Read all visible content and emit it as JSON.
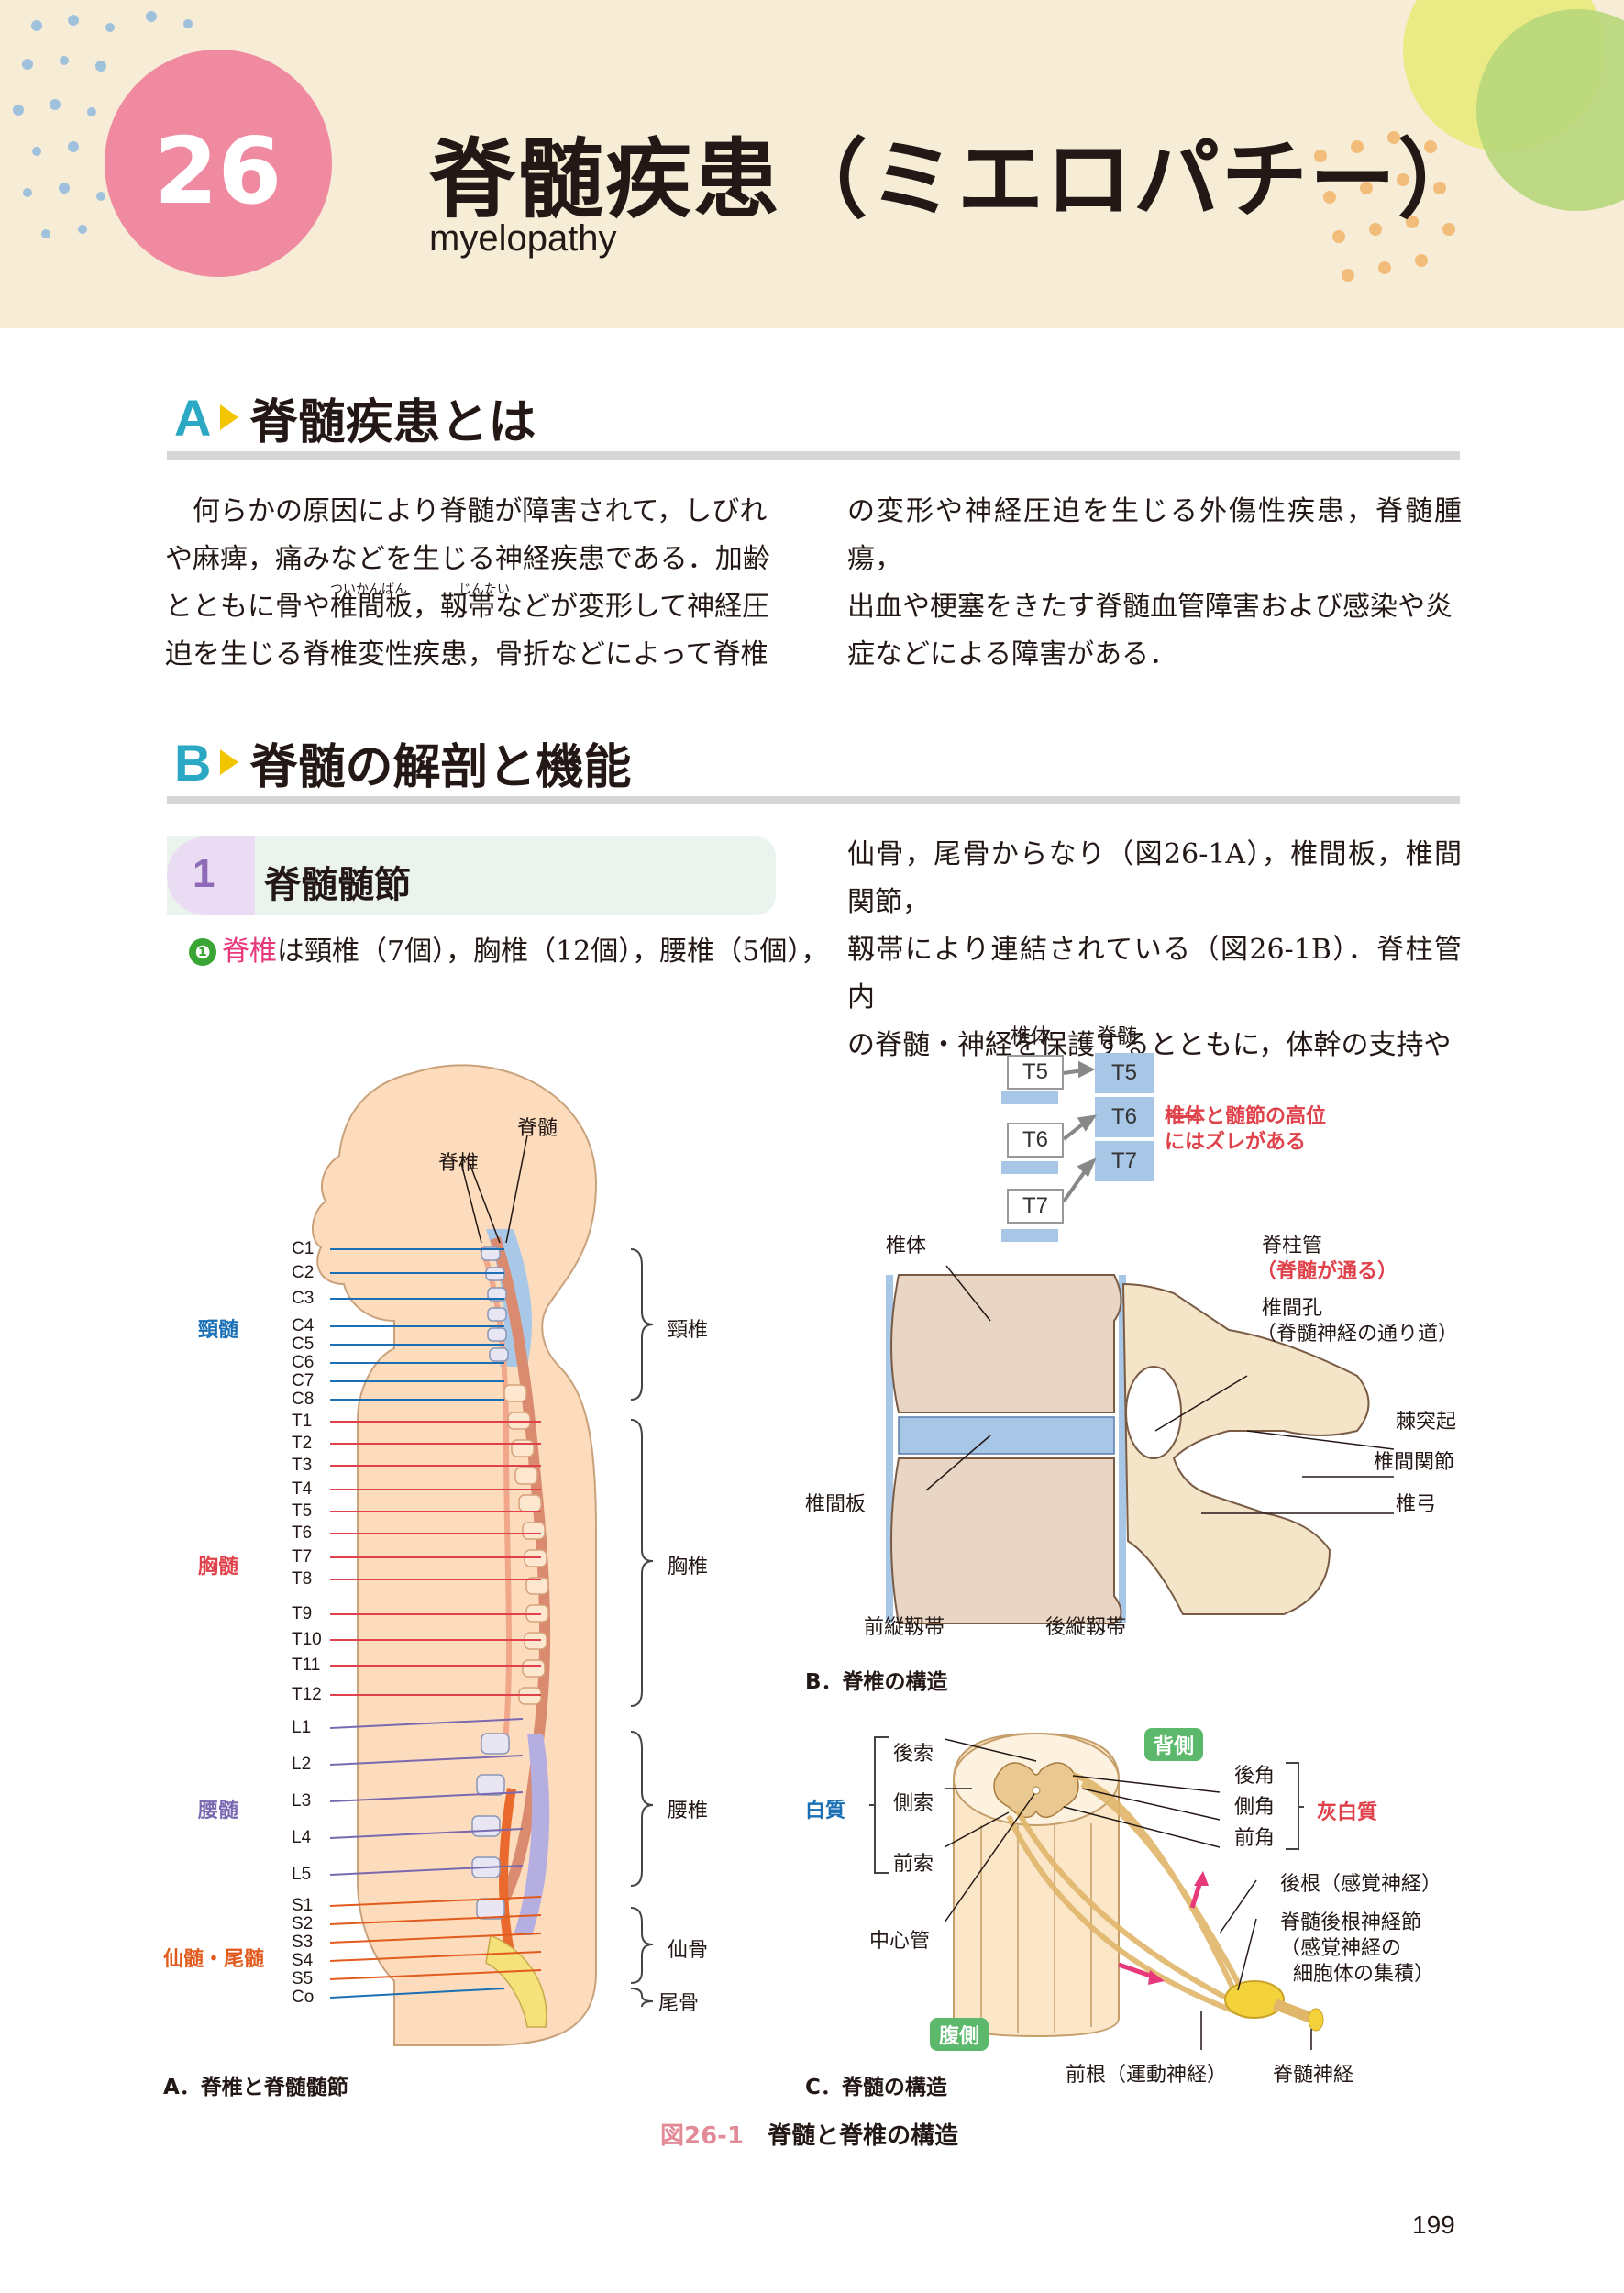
{
  "chapter": {
    "number": "26",
    "title": "脊髄疾患（ミエロパチー）",
    "subtitle": "myelopathy"
  },
  "section_a": {
    "letter": "A",
    "title": "脊髄疾患とは",
    "col1_lines": [
      "何らかの原因により脊髄が障害されて，しびれ",
      "や麻痺，痛みなどを生じる神経疾患である．加齢",
      "とともに骨や椎間板，靱帯などが変形して神経圧",
      "迫を生じる脊椎変性疾患，骨折などによって脊椎"
    ],
    "col2_lines": [
      "の変形や神経圧迫を生じる外傷性疾患，脊髄腫瘍，",
      "出血や梗塞をきたす脊髄血管障害および感染や炎",
      "症などによる障害がある．"
    ],
    "furigana_1": "ついかんばん",
    "furigana_2": "じんたい"
  },
  "section_b": {
    "letter": "B",
    "title": "脊髄の解剖と機能",
    "subsection": {
      "number": "1",
      "title": "脊髄髄節"
    },
    "col1_marker": "❶",
    "col1_keyword": "脊椎",
    "col1_text": "は頸椎（7個），胸椎（12個），腰椎（5個），",
    "col2_lines": [
      "仙骨，尾骨からなり（図26-1A），椎間板，椎間関節，",
      "靱帯により連結されている（図26-1B）．脊柱管内",
      "の脊髄・神経を保護するとともに，体幹の支持や"
    ]
  },
  "figure_a": {
    "label_spinal_cord": "脊髄",
    "label_vertebra": "脊椎",
    "segments": [
      "C1",
      "C2",
      "C3",
      "C4",
      "C5",
      "C6",
      "C7",
      "C8",
      "T1",
      "T2",
      "T3",
      "T4",
      "T5",
      "T6",
      "T7",
      "T8",
      "T9",
      "T10",
      "T11",
      "T12",
      "L1",
      "L2",
      "L3",
      "L4",
      "L5",
      "S1",
      "S2",
      "S3",
      "S4",
      "S5",
      "Co"
    ],
    "regions": {
      "cervical_cord": "頸髄",
      "thoracic_cord": "胸髄",
      "lumbar_cord": "腰髄",
      "sacral_coccygeal_cord": "仙髄・尾髄"
    },
    "vertebrae": {
      "cervical": "頸椎",
      "thoracic": "胸椎",
      "lumbar": "腰椎",
      "sacrum": "仙骨",
      "coccyx": "尾骨"
    },
    "caption": "A．脊椎と脊髄髄節"
  },
  "figure_b": {
    "header_vertebral_body": "椎体",
    "header_spinal_cord": "脊髄",
    "body_labels": [
      "T5",
      "T6",
      "T7"
    ],
    "cord_labels": [
      "T5",
      "T6",
      "T7"
    ],
    "note": "椎体と髄節の高位\nにはズレがある",
    "label_vertebral_body": "椎体",
    "label_canal": "脊柱管",
    "label_canal_note": "（脊髄が通る）",
    "label_foramen": "椎間孔",
    "label_foramen_note": "（脊髄神経の通り道）",
    "label_spinous": "棘突起",
    "label_facet": "椎間関節",
    "label_disc": "椎間板",
    "label_arch": "椎弓",
    "label_all": "前縦靱帯",
    "label_pll": "後縦靱帯",
    "caption": "B．脊椎の構造"
  },
  "figure_c": {
    "tag_dorsal": "背側",
    "tag_ventral": "腹側",
    "white_matter": "白質",
    "white_parts": [
      "後索",
      "側索",
      "前索"
    ],
    "gray_matter": "灰白質",
    "gray_parts": [
      "後角",
      "側角",
      "前角"
    ],
    "central_canal": "中心管",
    "dorsal_root": "後根（感覚神経）",
    "drg": [
      "脊髄後根神経節",
      "（感覚神経の",
      "細胞体の集積）"
    ],
    "ventral_root": "前根（運動神経）",
    "spinal_nerve": "脊髄神経",
    "caption": "C．脊髄の構造"
  },
  "figure_caption": {
    "number": "図26-1",
    "title": "脊髄と脊椎の構造"
  },
  "page_number": "199",
  "colors": {
    "header_bg": "#f7ecd6",
    "chapter_circle": "#f08aa0",
    "section_letter": "#2aa8c4",
    "section_triangle": "#f3c400",
    "cervical": "#1a6fb5",
    "thoracic": "#e0424b",
    "lumbar": "#7a69b0",
    "sacral": "#e25b1e",
    "coccygeal": "#3aa535"
  }
}
